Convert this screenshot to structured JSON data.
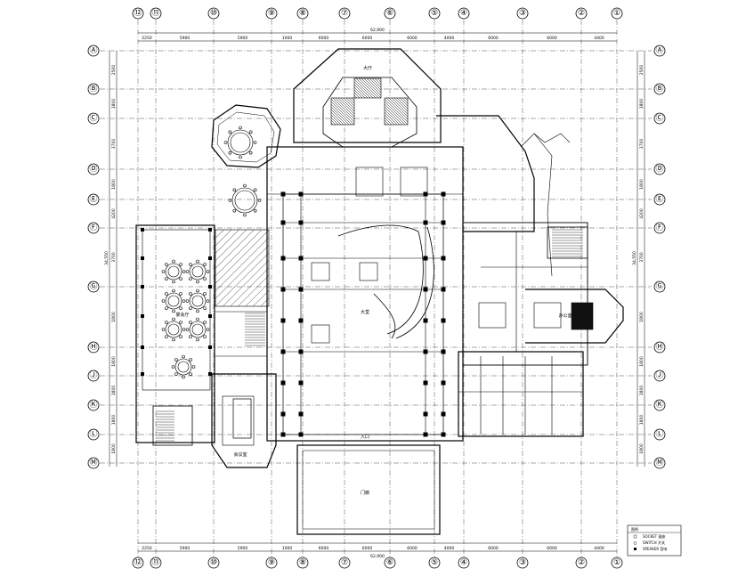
{
  "drawing": {
    "columns": [
      "⑫",
      "⑪",
      "⑩",
      "⑨",
      "⑧",
      "⑦",
      "⑥",
      "⑤",
      "④",
      "③",
      "②",
      "①"
    ],
    "rows": [
      "Ⓐ",
      "Ⓑ",
      "Ⓒ",
      "Ⓓ",
      "Ⓔ",
      "Ⓕ",
      "Ⓖ",
      "Ⓗ",
      "Ⓙ",
      "Ⓚ",
      "Ⓛ",
      "Ⓜ"
    ],
    "top_dims": [
      "2250",
      "5900",
      "5900",
      "1000",
      "6000",
      "6000",
      "6000",
      "4000",
      "6000",
      "6000",
      "4400"
    ],
    "top_total": "62,900",
    "bottom_dims": [
      "2250",
      "5900",
      "5900",
      "1000",
      "6000",
      "6000",
      "6000",
      "4000",
      "6000",
      "6000",
      "4400"
    ],
    "bottom_total": "62,900",
    "left_dims": [
      "2500",
      "1800",
      "3700",
      "1800",
      "4200",
      "3700",
      "1800",
      "1800",
      "1800",
      "1800",
      "1800"
    ],
    "left_total": "34,550",
    "right_dims": [
      "2500",
      "1800",
      "3700",
      "1800",
      "4200",
      "3700",
      "1800",
      "1800",
      "1800",
      "1800",
      "1800"
    ],
    "right_total": "34,550",
    "room_labels": {
      "north_hall": "大厅",
      "banquet": "宴会厅",
      "meeting": "会议室",
      "lobby": "大堂",
      "entrance": "入口",
      "porch": "门廊",
      "office": "办公室"
    },
    "legend": {
      "title": "图例",
      "items": [
        "SOCKET 插座",
        "SWITCH 开关",
        "SPEAKER 音响"
      ]
    }
  }
}
